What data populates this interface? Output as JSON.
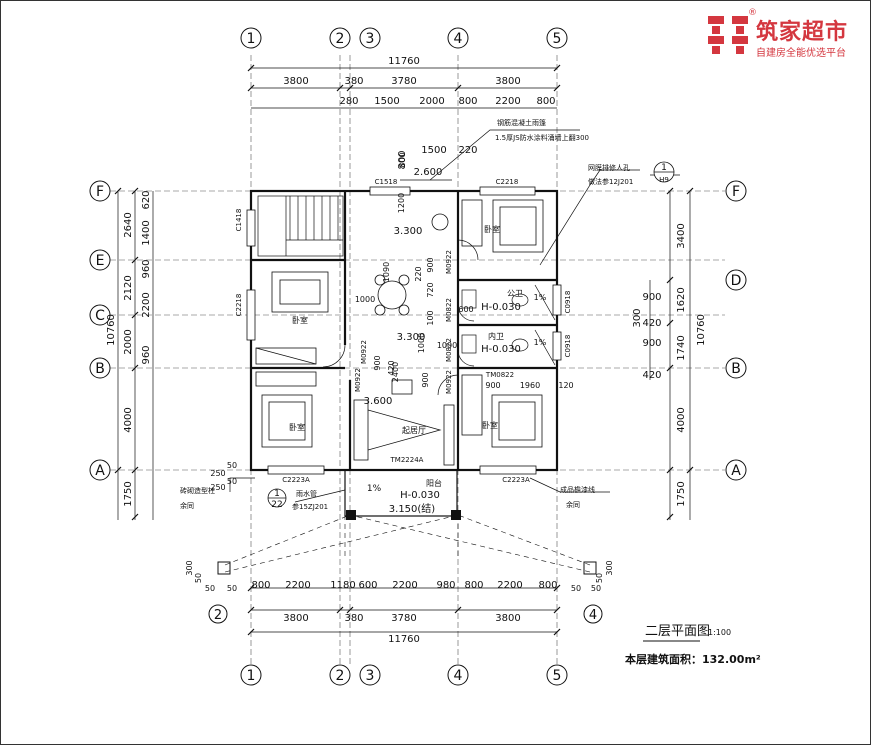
{
  "logo": {
    "name": "筑家超市",
    "tagline": "自建房全能优选平台",
    "registered": "®",
    "color": "#d4373f"
  },
  "drawing": {
    "title": "二层平面图",
    "scale": "1:100",
    "area_note": "本层建筑面积：132.00m²",
    "axes_vertical": [
      "1",
      "2",
      "3",
      "4",
      "5"
    ],
    "axes_horizontal": [
      "F",
      "E",
      "D",
      "C",
      "B",
      "A"
    ],
    "top_dims": {
      "total": "11760",
      "bays": [
        "3800",
        "380",
        "3780",
        "3800"
      ],
      "sub": [
        "280",
        "1500",
        "2000",
        "800",
        "2200",
        "800"
      ],
      "upper": [
        "1500",
        "220",
        "800"
      ]
    },
    "bottom_dims": {
      "sub": [
        "800",
        "2200",
        "1180",
        "600",
        "2200",
        "980",
        "800",
        "2200",
        "800"
      ],
      "bays": [
        "3800",
        "380",
        "3780",
        "3800"
      ],
      "total": "11760"
    },
    "left_dims": {
      "total": "10760",
      "bays": [
        "2640",
        "2120",
        "2000",
        "4000",
        "1750"
      ],
      "sub": [
        "620",
        "1400",
        "960",
        "2200",
        "960"
      ]
    },
    "right_dims": {
      "total": "10760",
      "bays": [
        "3400",
        "1620",
        "1740",
        "4000",
        "1750"
      ],
      "sub": [
        "900",
        "420",
        "300",
        "900",
        "420"
      ]
    },
    "rooms": [
      {
        "label": "卧室",
        "id": "bedroom-nw"
      },
      {
        "label": "卧室",
        "id": "bedroom-ne"
      },
      {
        "label": "卧室",
        "id": "bedroom-sw"
      },
      {
        "label": "卧室",
        "id": "bedroom-se"
      },
      {
        "label": "起居厅",
        "id": "living"
      },
      {
        "label": "公卫",
        "id": "bath-public"
      },
      {
        "label": "内卫",
        "id": "bath-inner"
      },
      {
        "label": "阳台",
        "id": "balcony"
      }
    ],
    "levels": [
      "3.300",
      "3.300",
      "2.600",
      "H-0.030",
      "H-0.030",
      "H-0.030",
      "3.150(结)",
      "1%",
      "1%",
      "1%",
      "3.600"
    ],
    "windows": [
      "C1518",
      "C2218",
      "C1418",
      "C2218",
      "C0918",
      "C0918",
      "C2223A",
      "C2223A"
    ],
    "doors": [
      "M0922",
      "M0922",
      "M0822",
      "M0822",
      "M0922",
      "M0922",
      "TM0822",
      "TM2224A"
    ],
    "notes": [
      "钢筋混凝土雨篷",
      "1.5厚JS防水涂料涌墙上翻300",
      "网膜排修人孔",
      "做法参12J201",
      "砖砌造型柱",
      "余同",
      "雨水管",
      "参15ZJ201",
      "成品檐漆线",
      "余同"
    ],
    "detail_refs": [
      "1",
      "H9",
      "1",
      "22"
    ],
    "minor_dims": [
      "800",
      "1200",
      "1000",
      "1000",
      "900",
      "220",
      "720",
      "100",
      "1090",
      "1000",
      "900",
      "600",
      "900",
      "420",
      "1960",
      "120",
      "2400",
      "900",
      "250",
      "50",
      "50",
      "250",
      "300",
      "50",
      "50",
      "50",
      "50",
      "300",
      "50",
      "50"
    ]
  }
}
